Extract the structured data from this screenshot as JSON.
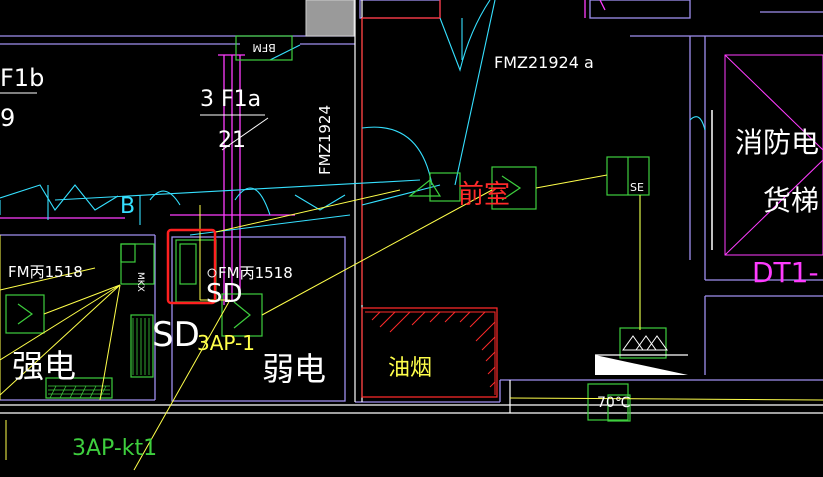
{
  "colors": {
    "background": "#000000",
    "wall_purple": "#9f8fef",
    "wall_white": "#ffffff",
    "wall_red": "#ff2a2a",
    "magenta": "#ff3cff",
    "cyan": "#35e0ff",
    "green": "#3ecf3e",
    "yellow": "#ffff4a",
    "highlight_box": "#ff2020",
    "gray_fill": "#9a9a9a"
  },
  "labels": {
    "top_left_fragment": "F1b",
    "left_digit_fragment": "9",
    "f1a": "3 F1a",
    "f1a_num": "21",
    "bfm": "BFM",
    "door_code_vertical": "FMZ1924",
    "door_code_horizontal": "FMZ21924 a",
    "corridor_tag": "B",
    "room_fire_elevator_1": "消防电",
    "room_fire_elevator_2": "货梯",
    "elevator_code": "DT1-",
    "fm_left": "FM丙1518",
    "fm_right": "FM丙1518",
    "sd_large": "SD",
    "sd_small": "SD",
    "panel_3ap_center": "3AP-1",
    "panel_3ap_bottom": "3AP-kt1",
    "room_strong": "强电",
    "room_weak": "弱电",
    "room_oil": "油烟",
    "front_room": "前室",
    "temp_label": "70℃",
    "se_label": "SE",
    "mkx_label": "MKX"
  },
  "icons": {
    "highlight": "selection-box",
    "speaker": "speaker-icon",
    "valve_symbol": "damper-symbol"
  }
}
